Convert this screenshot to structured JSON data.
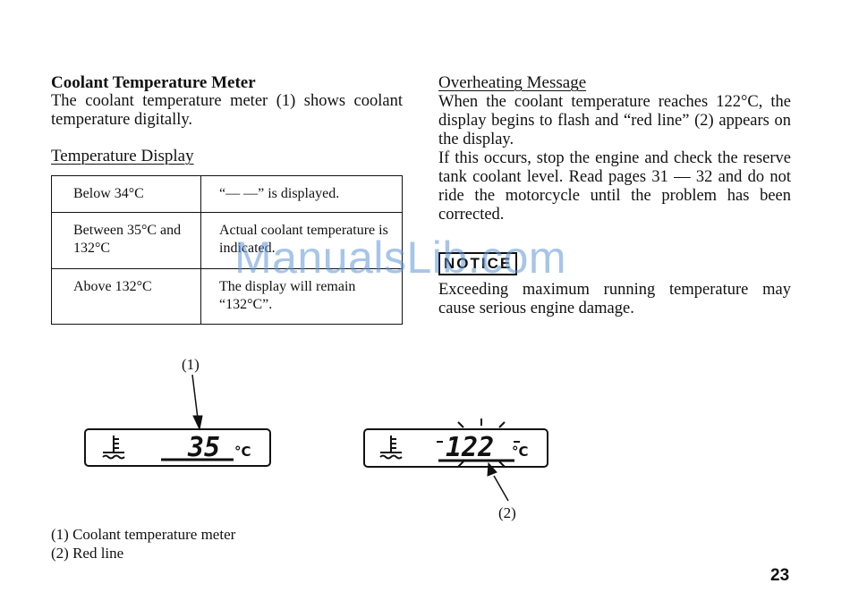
{
  "left": {
    "heading": "Coolant Temperature Meter",
    "intro": "The coolant temperature meter (1) shows coolant temperature digitally.",
    "table_title": "Temperature Display",
    "table_rows": [
      {
        "condition": "Below 34°C",
        "display": "“— —” is displayed."
      },
      {
        "condition": "Between 35°C and 132°C",
        "display": "Actual coolant temperature is indicated."
      },
      {
        "condition": "Above 132°C",
        "display": "The display will remain “132°C”."
      }
    ]
  },
  "right": {
    "heading": "Overheating Message",
    "para1": "When the coolant temperature reaches 122°C, the display begins to flash and “red line” (2) appears on the display.",
    "para2": "If this occurs, stop the engine and check the reserve tank coolant level. Read pages 31 — 32 and do not ride the motorcycle until the problem has been corrected.",
    "notice_label": "NOTICE",
    "notice_text": "Exceeding maximum running temperature may cause serious engine damage."
  },
  "figure": {
    "callout1": "(1)",
    "callout2": "(2)",
    "display1_value": "35",
    "display2_value": "122",
    "unit": "°C"
  },
  "captions": [
    "(1)  Coolant temperature meter",
    "(2)  Red line"
  ],
  "page_number": "23",
  "watermark": "ManualsLib.com"
}
